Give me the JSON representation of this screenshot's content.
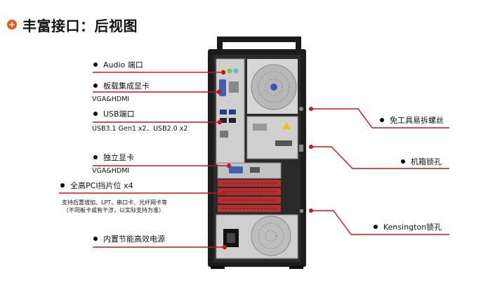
{
  "title": "丰富接口：后视图",
  "left_labels": [
    {
      "id": "audio",
      "label": "Audio 端口",
      "sub": ""
    },
    {
      "id": "vga",
      "label": "板载集成显卡",
      "sub": "VGA&HDMI"
    },
    {
      "id": "usb",
      "label": "USB端口",
      "sub": "USB3.1 Gen1 x2、USB2.0 x2"
    },
    {
      "id": "gpu",
      "label": "独立显卡",
      "sub": "VGA&HDMI"
    },
    {
      "id": "pci",
      "label": "全高PCI挡片位 x4",
      "sub": ""
    },
    {
      "id": "psu",
      "label": "内置节能高效电源",
      "sub": ""
    }
  ],
  "pci_note": [
    "支持后置增加、LPT、串口卡、光纤网卡等",
    "（不同板卡或有干涉，以实际支持为准）"
  ],
  "right_labels": [
    {
      "id": "screws",
      "label": "免工具易拆螺丝"
    },
    {
      "id": "chassis-lock",
      "label": "机箱锁孔"
    },
    {
      "id": "kensington",
      "label": "Kensington锁孔"
    }
  ],
  "colors": {
    "accent": "#c8161d",
    "title_bullet": "#e85a1b",
    "case": "#1a1a1a",
    "panel": "#c9c9c9"
  }
}
